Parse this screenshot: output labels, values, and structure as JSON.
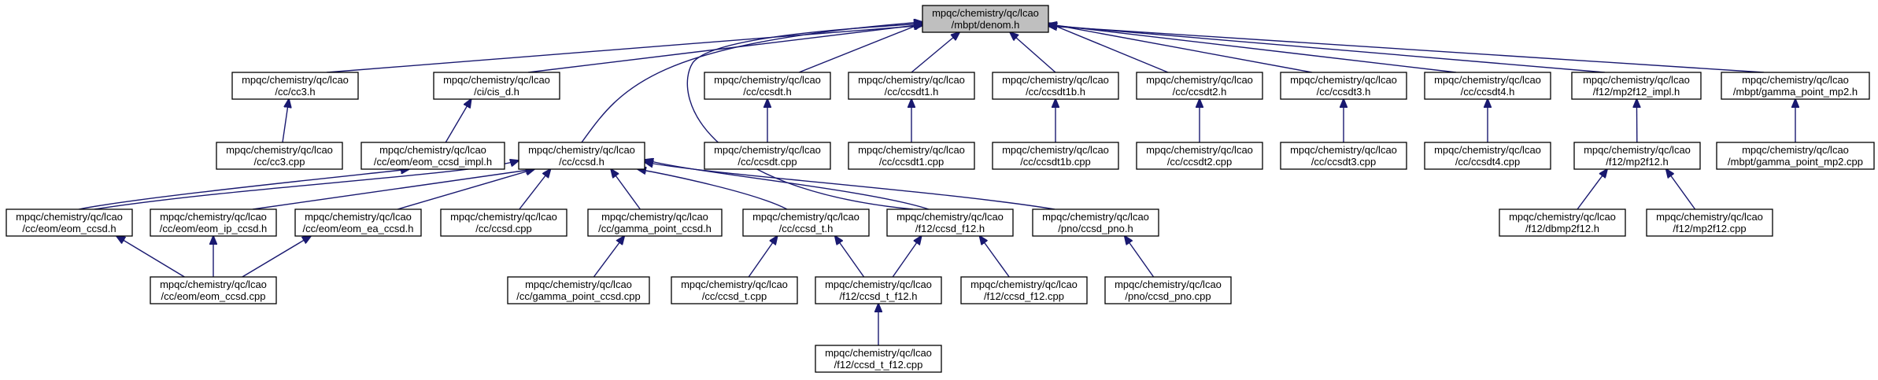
{
  "graph": {
    "edge_color": "#191970",
    "root_fill": "#bfbfbf",
    "nodes": [
      {
        "id": "denom_h",
        "lines": [
          "mpqc/chemistry/qc/lcao",
          "/mbpt/denom.h"
        ],
        "root": true
      },
      {
        "id": "cc3_h",
        "lines": [
          "mpqc/chemistry/qc/lcao",
          "/cc/cc3.h"
        ]
      },
      {
        "id": "cis_d_h",
        "lines": [
          "mpqc/chemistry/qc/lcao",
          "/ci/cis_d.h"
        ]
      },
      {
        "id": "ccsdt_h",
        "lines": [
          "mpqc/chemistry/qc/lcao",
          "/cc/ccsdt.h"
        ]
      },
      {
        "id": "ccsdt1_h",
        "lines": [
          "mpqc/chemistry/qc/lcao",
          "/cc/ccsdt1.h"
        ]
      },
      {
        "id": "ccsdt1b_h",
        "lines": [
          "mpqc/chemistry/qc/lcao",
          "/cc/ccsdt1b.h"
        ]
      },
      {
        "id": "ccsdt2_h",
        "lines": [
          "mpqc/chemistry/qc/lcao",
          "/cc/ccsdt2.h"
        ]
      },
      {
        "id": "ccsdt3_h",
        "lines": [
          "mpqc/chemistry/qc/lcao",
          "/cc/ccsdt3.h"
        ]
      },
      {
        "id": "ccsdt4_h",
        "lines": [
          "mpqc/chemistry/qc/lcao",
          "/cc/ccsdt4.h"
        ]
      },
      {
        "id": "mp2f12_impl_h",
        "lines": [
          "mpqc/chemistry/qc/lcao",
          "/f12/mp2f12_impl.h"
        ]
      },
      {
        "id": "gamma_point_mp2_h",
        "lines": [
          "mpqc/chemistry/qc/lcao",
          "/mbpt/gamma_point_mp2.h"
        ]
      },
      {
        "id": "cc3_cpp",
        "lines": [
          "mpqc/chemistry/qc/lcao",
          "/cc/cc3.cpp"
        ]
      },
      {
        "id": "eom_ccsd_impl_h",
        "lines": [
          "mpqc/chemistry/qc/lcao",
          "/cc/eom/eom_ccsd_impl.h"
        ]
      },
      {
        "id": "ccsd_h",
        "lines": [
          "mpqc/chemistry/qc/lcao",
          "/cc/ccsd.h"
        ]
      },
      {
        "id": "ccsdt_cpp",
        "lines": [
          "mpqc/chemistry/qc/lcao",
          "/cc/ccsdt.cpp"
        ]
      },
      {
        "id": "ccsdt1_cpp",
        "lines": [
          "mpqc/chemistry/qc/lcao",
          "/cc/ccsdt1.cpp"
        ]
      },
      {
        "id": "ccsdt1b_cpp",
        "lines": [
          "mpqc/chemistry/qc/lcao",
          "/cc/ccsdt1b.cpp"
        ]
      },
      {
        "id": "ccsdt2_cpp",
        "lines": [
          "mpqc/chemistry/qc/lcao",
          "/cc/ccsdt2.cpp"
        ]
      },
      {
        "id": "ccsdt3_cpp",
        "lines": [
          "mpqc/chemistry/qc/lcao",
          "/cc/ccsdt3.cpp"
        ]
      },
      {
        "id": "ccsdt4_cpp",
        "lines": [
          "mpqc/chemistry/qc/lcao",
          "/cc/ccsdt4.cpp"
        ]
      },
      {
        "id": "mp2f12_h",
        "lines": [
          "mpqc/chemistry/qc/lcao",
          "/f12/mp2f12.h"
        ]
      },
      {
        "id": "gamma_point_mp2_cpp",
        "lines": [
          "mpqc/chemistry/qc/lcao",
          "/mbpt/gamma_point_mp2.cpp"
        ]
      },
      {
        "id": "eom_ccsd_h",
        "lines": [
          "mpqc/chemistry/qc/lcao",
          "/cc/eom/eom_ccsd.h"
        ]
      },
      {
        "id": "eom_ip_ccsd_h",
        "lines": [
          "mpqc/chemistry/qc/lcao",
          "/cc/eom/eom_ip_ccsd.h"
        ]
      },
      {
        "id": "eom_ea_ccsd_h",
        "lines": [
          "mpqc/chemistry/qc/lcao",
          "/cc/eom/eom_ea_ccsd.h"
        ]
      },
      {
        "id": "ccsd_cpp",
        "lines": [
          "mpqc/chemistry/qc/lcao",
          "/cc/ccsd.cpp"
        ]
      },
      {
        "id": "gamma_point_ccsd_h",
        "lines": [
          "mpqc/chemistry/qc/lcao",
          "/cc/gamma_point_ccsd.h"
        ]
      },
      {
        "id": "ccsd_t_h",
        "lines": [
          "mpqc/chemistry/qc/lcao",
          "/cc/ccsd_t.h"
        ]
      },
      {
        "id": "ccsd_f12_h",
        "lines": [
          "mpqc/chemistry/qc/lcao",
          "/f12/ccsd_f12.h"
        ]
      },
      {
        "id": "ccsd_pno_h",
        "lines": [
          "mpqc/chemistry/qc/lcao",
          "/pno/ccsd_pno.h"
        ]
      },
      {
        "id": "dbmp2f12_h",
        "lines": [
          "mpqc/chemistry/qc/lcao",
          "/f12/dbmp2f12.h"
        ]
      },
      {
        "id": "mp2f12_cpp",
        "lines": [
          "mpqc/chemistry/qc/lcao",
          "/f12/mp2f12.cpp"
        ]
      },
      {
        "id": "eom_ccsd_cpp",
        "lines": [
          "mpqc/chemistry/qc/lcao",
          "/cc/eom/eom_ccsd.cpp"
        ]
      },
      {
        "id": "gamma_point_ccsd_cpp",
        "lines": [
          "mpqc/chemistry/qc/lcao",
          "/cc/gamma_point_ccsd.cpp"
        ]
      },
      {
        "id": "ccsd_t_cpp",
        "lines": [
          "mpqc/chemistry/qc/lcao",
          "/cc/ccsd_t.cpp"
        ]
      },
      {
        "id": "ccsd_t_f12_h",
        "lines": [
          "mpqc/chemistry/qc/lcao",
          "/f12/ccsd_t_f12.h"
        ]
      },
      {
        "id": "ccsd_f12_cpp",
        "lines": [
          "mpqc/chemistry/qc/lcao",
          "/f12/ccsd_f12.cpp"
        ]
      },
      {
        "id": "ccsd_pno_cpp",
        "lines": [
          "mpqc/chemistry/qc/lcao",
          "/pno/ccsd_pno.cpp"
        ]
      },
      {
        "id": "ccsd_t_f12_cpp",
        "lines": [
          "mpqc/chemistry/qc/lcao",
          "/f12/ccsd_t_f12.cpp"
        ]
      }
    ],
    "edges": [
      {
        "from": "cc3_h",
        "to": "denom_h"
      },
      {
        "from": "cis_d_h",
        "to": "denom_h"
      },
      {
        "from": "ccsd_h",
        "to": "denom_h"
      },
      {
        "from": "ccsd_f12_h",
        "to": "denom_h"
      },
      {
        "from": "ccsdt_h",
        "to": "denom_h"
      },
      {
        "from": "ccsdt1_h",
        "to": "denom_h"
      },
      {
        "from": "ccsdt1b_h",
        "to": "denom_h"
      },
      {
        "from": "ccsdt2_h",
        "to": "denom_h"
      },
      {
        "from": "ccsdt3_h",
        "to": "denom_h"
      },
      {
        "from": "ccsdt4_h",
        "to": "denom_h"
      },
      {
        "from": "mp2f12_impl_h",
        "to": "denom_h"
      },
      {
        "from": "gamma_point_mp2_h",
        "to": "denom_h"
      },
      {
        "from": "cc3_cpp",
        "to": "cc3_h"
      },
      {
        "from": "eom_ccsd_impl_h",
        "to": "cis_d_h"
      },
      {
        "from": "ccsdt_cpp",
        "to": "ccsdt_h"
      },
      {
        "from": "ccsdt1_cpp",
        "to": "ccsdt1_h"
      },
      {
        "from": "ccsdt1b_cpp",
        "to": "ccsdt1b_h"
      },
      {
        "from": "ccsdt2_cpp",
        "to": "ccsdt2_h"
      },
      {
        "from": "ccsdt3_cpp",
        "to": "ccsdt3_h"
      },
      {
        "from": "ccsdt4_cpp",
        "to": "ccsdt4_h"
      },
      {
        "from": "mp2f12_h",
        "to": "mp2f12_impl_h"
      },
      {
        "from": "gamma_point_mp2_cpp",
        "to": "gamma_point_mp2_h"
      },
      {
        "from": "eom_ccsd_h",
        "to": "eom_ccsd_impl_h"
      },
      {
        "from": "eom_ccsd_h",
        "to": "ccsd_h"
      },
      {
        "from": "eom_ip_ccsd_h",
        "to": "ccsd_h"
      },
      {
        "from": "eom_ea_ccsd_h",
        "to": "ccsd_h"
      },
      {
        "from": "ccsd_cpp",
        "to": "ccsd_h"
      },
      {
        "from": "gamma_point_ccsd_h",
        "to": "ccsd_h"
      },
      {
        "from": "ccsd_t_h",
        "to": "ccsd_h"
      },
      {
        "from": "ccsd_f12_h",
        "to": "ccsd_h"
      },
      {
        "from": "ccsd_pno_h",
        "to": "ccsd_h"
      },
      {
        "from": "dbmp2f12_h",
        "to": "mp2f12_h"
      },
      {
        "from": "mp2f12_cpp",
        "to": "mp2f12_h"
      },
      {
        "from": "eom_ccsd_cpp",
        "to": "eom_ccsd_h"
      },
      {
        "from": "eom_ccsd_cpp",
        "to": "eom_ip_ccsd_h"
      },
      {
        "from": "eom_ccsd_cpp",
        "to": "eom_ea_ccsd_h"
      },
      {
        "from": "gamma_point_ccsd_cpp",
        "to": "gamma_point_ccsd_h"
      },
      {
        "from": "ccsd_t_cpp",
        "to": "ccsd_t_h"
      },
      {
        "from": "ccsd_t_f12_h",
        "to": "ccsd_t_h"
      },
      {
        "from": "ccsd_t_f12_h",
        "to": "ccsd_f12_h"
      },
      {
        "from": "ccsd_f12_cpp",
        "to": "ccsd_f12_h"
      },
      {
        "from": "ccsd_pno_cpp",
        "to": "ccsd_pno_h"
      },
      {
        "from": "ccsd_t_f12_cpp",
        "to": "ccsd_t_f12_h"
      }
    ]
  }
}
